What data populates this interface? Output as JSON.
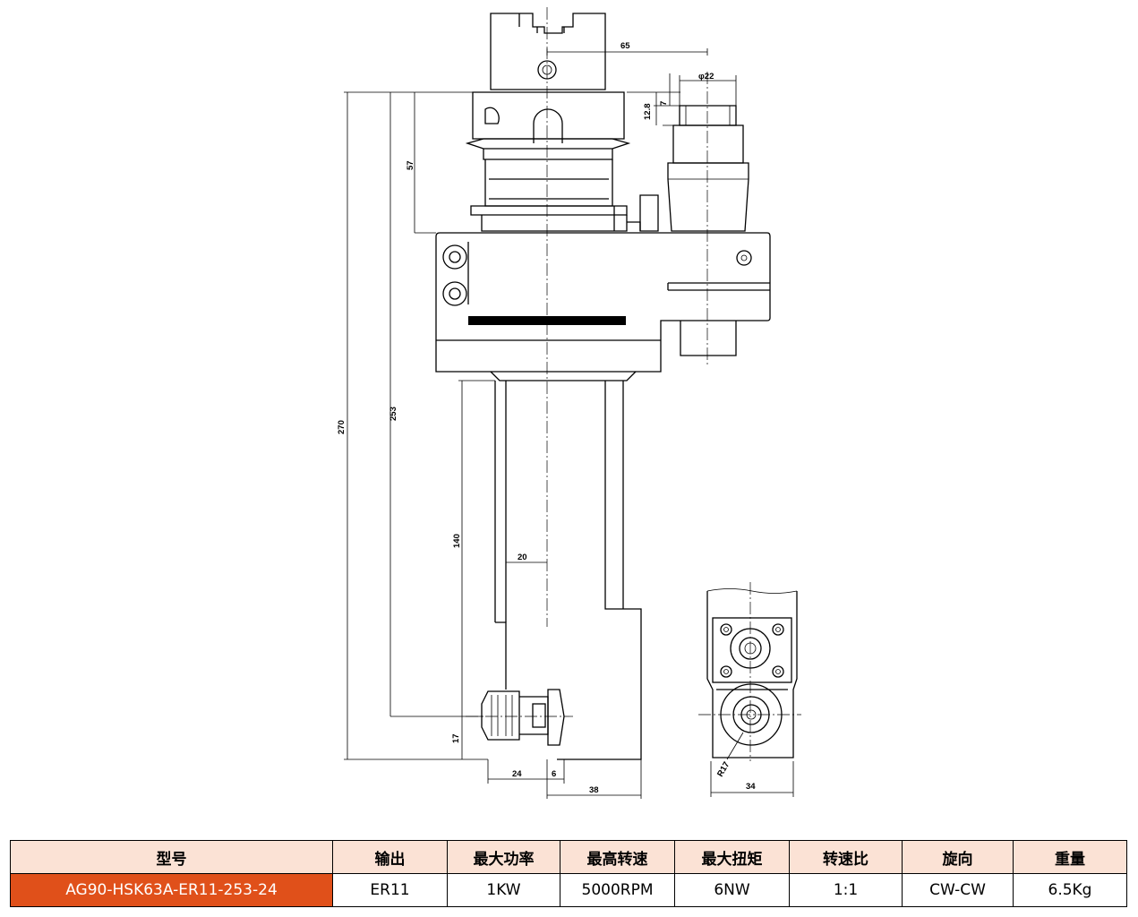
{
  "drawing": {
    "dimensions": {
      "d65": "65",
      "phi22": "φ22",
      "d12_8": "12.8",
      "d7": "7",
      "d57": "57",
      "d270": "270",
      "d253": "253",
      "d140": "140",
      "d20": "20",
      "d17": "17",
      "d24": "24",
      "d6": "6",
      "d38": "38",
      "d34": "34",
      "r17": "R17"
    }
  },
  "spec_table": {
    "headers": [
      "型号",
      "输出",
      "最大功率",
      "最高转速",
      "最大扭矩",
      "转速比",
      "旋向",
      "重量"
    ],
    "row": [
      "AG90-HSK63A-ER11-253-24",
      "ER11",
      "1KW",
      "5000RPM",
      "6NW",
      "1:1",
      "CW-CW",
      "6.5Kg"
    ]
  },
  "colors": {
    "header_bg": "#fbe2d5",
    "model_cell_bg": "#e0501a",
    "model_cell_text": "#ffffff"
  }
}
